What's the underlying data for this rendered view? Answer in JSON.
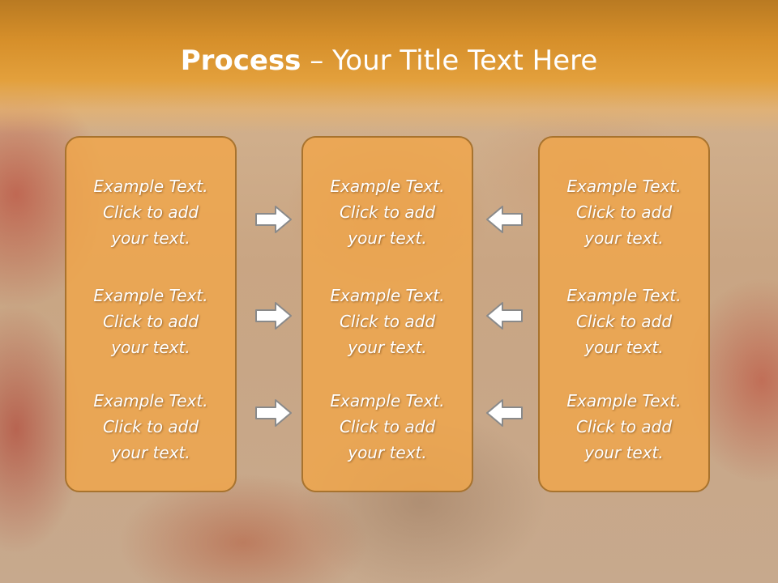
{
  "slide": {
    "title_bold": "Process",
    "title_rest": " – Your Title Text Here"
  },
  "columns": [
    {
      "name": "left",
      "entries": [
        {
          "line1": "Example Text.",
          "line2": "Click  to add",
          "line3": "your text."
        },
        {
          "line1": "Example Text.",
          "line2": "Click  to add",
          "line3": "your text."
        },
        {
          "line1": "Example Text.",
          "line2": "Click  to add",
          "line3": "your text."
        }
      ]
    },
    {
      "name": "middle",
      "entries": [
        {
          "line1": "Example Text.",
          "line2": "Click  to add",
          "line3": "your text."
        },
        {
          "line1": "Example Text.",
          "line2": "Click  to add",
          "line3": "your text."
        },
        {
          "line1": "Example Text.",
          "line2": "Click  to add",
          "line3": "your text."
        }
      ]
    },
    {
      "name": "right",
      "entries": [
        {
          "line1": "Example Text.",
          "line2": "Click  to add",
          "line3": "your text."
        },
        {
          "line1": "Example Text.",
          "line2": "Click  to add",
          "line3": "your text."
        },
        {
          "line1": "Example Text.",
          "line2": "Click  to add",
          "line3": "your text."
        }
      ]
    }
  ],
  "arrows": {
    "left_group": {
      "direction": "right",
      "icon": "arrow-right-icon"
    },
    "right_group": {
      "direction": "left",
      "icon": "arrow-left-icon"
    }
  },
  "colors": {
    "title_band": "#e3a03c",
    "box_fill": "#f0a64a",
    "box_border": "#a8732e",
    "arrow_fill": "#ffffff",
    "arrow_stroke": "#8a8a8a",
    "text": "#ffffff"
  }
}
